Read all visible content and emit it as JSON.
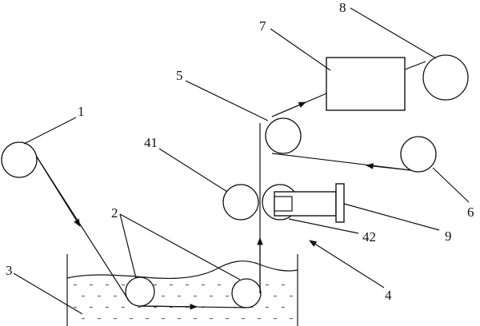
{
  "diagram": {
    "labels": {
      "l1": "1",
      "l2": "2",
      "l3": "3",
      "l4": "4",
      "l41": "41",
      "l42": "42",
      "l5": "5",
      "l6": "6",
      "l7": "7",
      "l8": "8",
      "l9": "9"
    }
  }
}
